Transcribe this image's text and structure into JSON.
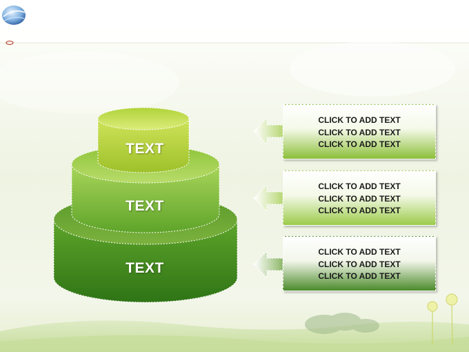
{
  "colors": {
    "tier_top": "#b9d53a",
    "tier_middle": "#8fc43a",
    "tier_bottom": "#3f8a1a",
    "box_green": "#8cbf3a",
    "box_dark_green": "#4b8a2a"
  },
  "tiers": [
    {
      "label": "TEXT"
    },
    {
      "label": "TEXT"
    },
    {
      "label": "TEXT"
    }
  ],
  "boxes": [
    {
      "lines": [
        "CLICK TO ADD TEXT",
        "CLICK TO ADD TEXT",
        "CLICK TO ADD TEXT"
      ]
    },
    {
      "lines": [
        "CLICK TO ADD TEXT",
        "CLICK TO ADD TEXT",
        "CLICK TO ADD TEXT"
      ]
    },
    {
      "lines": [
        "CLICK TO ADD TEXT",
        "CLICK TO ADD TEXT",
        "CLICK TO ADD TEXT"
      ]
    }
  ]
}
